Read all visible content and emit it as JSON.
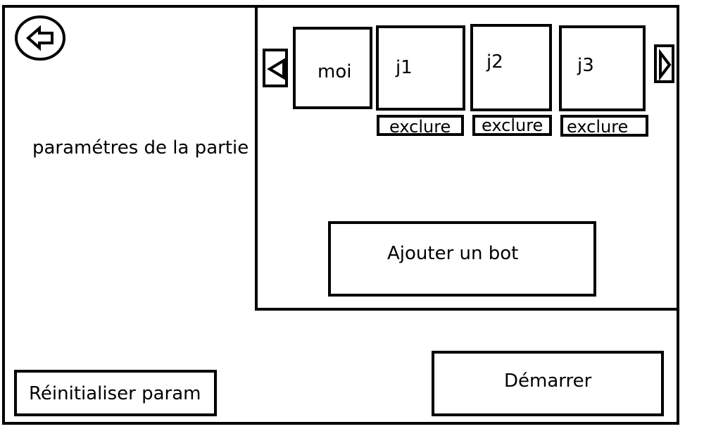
{
  "back_button": {
    "icon": "arrow-left-icon"
  },
  "left_panel": {
    "settings_label": "paramétres de la partie",
    "reset_button_label": "Réinitialiser param"
  },
  "players_panel": {
    "scroll_left_icon": "triangle-left-icon",
    "scroll_right_icon": "triangle-right-icon",
    "players": [
      {
        "name": "moi",
        "exclude_label": ""
      },
      {
        "name": "j1",
        "exclude_label": "exclure"
      },
      {
        "name": "j2",
        "exclude_label": "exclure"
      },
      {
        "name": "j3",
        "exclude_label": "exclure"
      }
    ],
    "add_bot_label": "Ajouter un bot"
  },
  "start_button_label": "Démarrer"
}
